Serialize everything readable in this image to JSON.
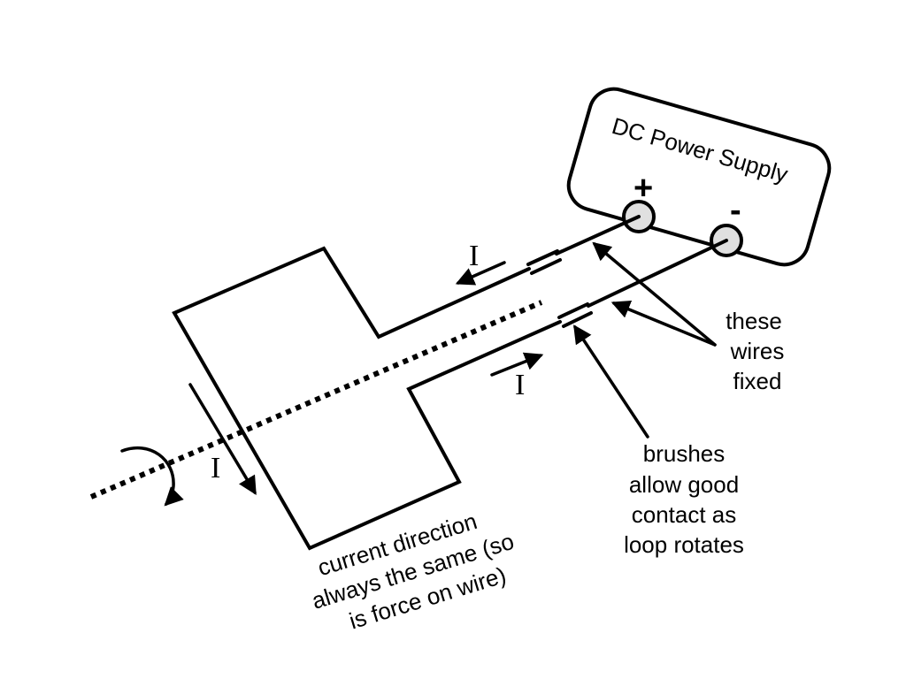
{
  "power_supply": {
    "title": "DC Power Supply",
    "plus_sign": "+",
    "minus_sign": "-"
  },
  "labels": {
    "current_top": "I",
    "current_bottom": "I",
    "current_loop": "I",
    "wires_fixed": [
      "these",
      "wires",
      "fixed"
    ],
    "brushes": [
      "brushes",
      "allow good",
      "contact as",
      "loop rotates"
    ],
    "current_direction": [
      "current direction",
      "always the same (so",
      "is force on wire)"
    ]
  }
}
